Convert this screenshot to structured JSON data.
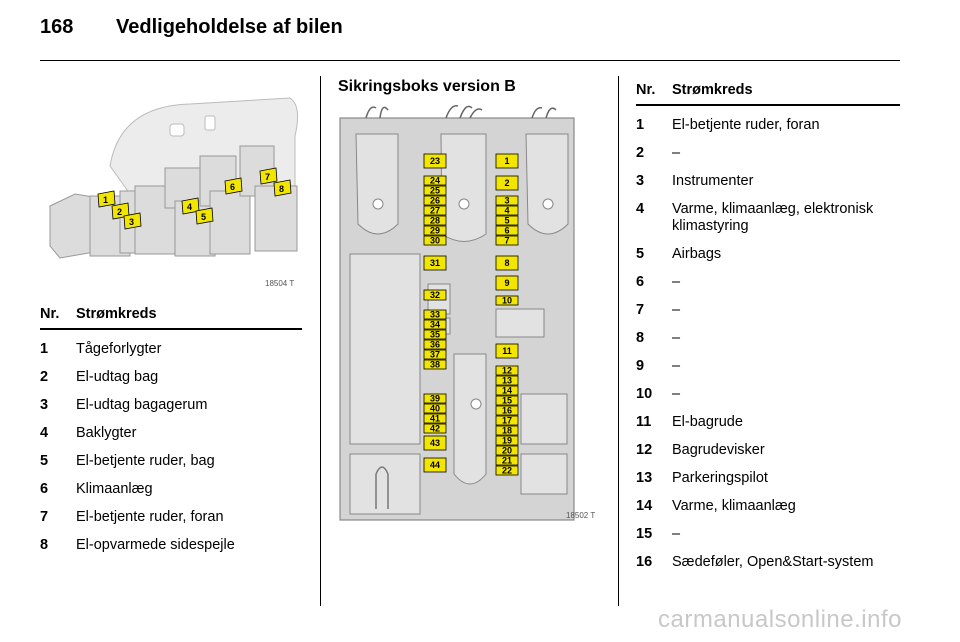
{
  "header": {
    "page_number": "168",
    "title": "Vedligeholdelse af bilen"
  },
  "figure_left": {
    "id": "18504 T",
    "labels": [
      "1",
      "2",
      "3",
      "4",
      "5",
      "6",
      "7",
      "8"
    ]
  },
  "table_left": {
    "col_nr": "Nr.",
    "col_circuit": "Strømkreds",
    "rows": [
      {
        "nr": "1",
        "circuit": "Tågeforlygter"
      },
      {
        "nr": "2",
        "circuit": "El-udtag bag"
      },
      {
        "nr": "3",
        "circuit": "El-udtag bagagerum"
      },
      {
        "nr": "4",
        "circuit": "Baklygter"
      },
      {
        "nr": "5",
        "circuit": "El-betjente ruder, bag"
      },
      {
        "nr": "6",
        "circuit": "Klimaanlæg"
      },
      {
        "nr": "7",
        "circuit": "El-betjente ruder, foran"
      },
      {
        "nr": "8",
        "circuit": "El-opvarmede sidespejle"
      }
    ]
  },
  "section": {
    "heading": "Sikringsboks version B"
  },
  "figure_mid": {
    "id": "18502 T",
    "fuses_left": [
      "23",
      "24",
      "25",
      "26",
      "27",
      "28",
      "29",
      "30",
      "31",
      "32",
      "33",
      "34",
      "35",
      "36",
      "37",
      "38",
      "39",
      "40",
      "41",
      "42",
      "43",
      "44"
    ],
    "fuses_right": [
      "1",
      "2",
      "3",
      "4",
      "5",
      "6",
      "7",
      "8",
      "9",
      "10",
      "11",
      "12",
      "13",
      "14",
      "15",
      "16",
      "17",
      "18",
      "19",
      "20",
      "21",
      "22"
    ]
  },
  "table_right": {
    "col_nr": "Nr.",
    "col_circuit": "Strømkreds",
    "rows": [
      {
        "nr": "1",
        "circuit": "El-betjente ruder, foran"
      },
      {
        "nr": "2",
        "circuit": "–"
      },
      {
        "nr": "3",
        "circuit": "Instrumenter"
      },
      {
        "nr": "4",
        "circuit": "Varme, klimaanlæg, elektronisk klimastyring"
      },
      {
        "nr": "5",
        "circuit": "Airbags"
      },
      {
        "nr": "6",
        "circuit": "–"
      },
      {
        "nr": "7",
        "circuit": "–"
      },
      {
        "nr": "8",
        "circuit": "–"
      },
      {
        "nr": "9",
        "circuit": "–"
      },
      {
        "nr": "10",
        "circuit": "–"
      },
      {
        "nr": "11",
        "circuit": "El-bagrude"
      },
      {
        "nr": "12",
        "circuit": "Bagrudevisker"
      },
      {
        "nr": "13",
        "circuit": "Parkeringspilot"
      },
      {
        "nr": "14",
        "circuit": "Varme, klimaanlæg"
      },
      {
        "nr": "15",
        "circuit": "–"
      },
      {
        "nr": "16",
        "circuit": "Sædeføler, Open&Start-system"
      }
    ]
  },
  "watermark": "carmanualsonline.info",
  "colors": {
    "fuse_yellow": "#f2e500",
    "diagram_gray": "#d4d4d4"
  }
}
